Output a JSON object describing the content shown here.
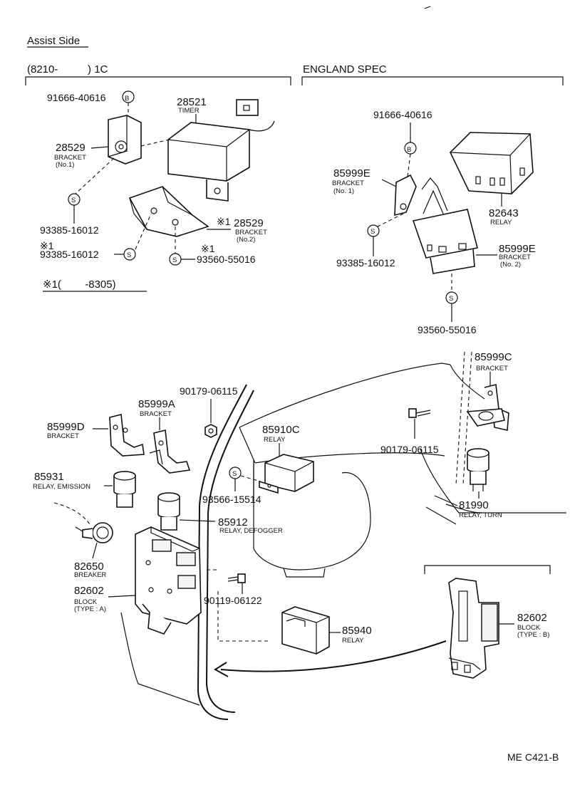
{
  "header": {
    "title": "Assist Side",
    "left_section": "(8210-          ) 1C",
    "right_section": "ENGLAND SPEC",
    "note": "※1(        -8305)",
    "code": "ME C421-B"
  },
  "left_group": {
    "bolt_top": "91666-40616",
    "timer_num": "28521",
    "timer_label": "TIMER",
    "bracket1_num": "28529",
    "bracket1_label": "BRACKET",
    "bracket1_sub": "(No.1)",
    "screw1": "93385-16012",
    "mark_a": "※1",
    "screw2": "93385-16012",
    "mark_b": "※1",
    "bracket2_num": "28529",
    "bracket2_label": "BRACKET",
    "bracket2_sub": "(No.2)",
    "mark_c": "※1",
    "screw3": "93560-55016"
  },
  "right_group": {
    "bolt_top": "91666-40616",
    "bracket1_num": "85999E",
    "bracket1_label": "BRACKET",
    "bracket1_sub": "(No. 1)",
    "relay_num": "82643",
    "relay_label": "RELAY",
    "bracket2_num": "85999E",
    "bracket2_label": "BRACKET",
    "bracket2_sub": "(No. 2)",
    "screw1": "93385-16012",
    "screw2": "93560-55016"
  },
  "lower_group": {
    "bracket_c_num": "85999C",
    "bracket_c_label": "BRACKET",
    "nut_top": "90179-06115",
    "bracket_a_num": "85999A",
    "bracket_a_label": "BRACKET",
    "bracket_d_num": "85999D",
    "bracket_d_label": "BRACKET",
    "relay_c_num": "85910C",
    "relay_c_label": "RELAY",
    "bolt_right": "90179-06115",
    "relay_em_num": "85931",
    "relay_em_label": "RELAY, EMISSION",
    "screw_mid": "93566-15514",
    "relay_def_num": "85912",
    "relay_def_label": "RELAY, DEFOGGER",
    "relay_turn_num": "81990",
    "relay_turn_label": "RELAY, TURN",
    "breaker_num": "82650",
    "breaker_label": "BREAKER",
    "block_a_num": "82602",
    "block_a_label": "BLOCK",
    "block_a_sub": "(TYPE : A)",
    "bolt_low": "90119-06122",
    "block_b_num": "82602",
    "block_b_label": "BLOCK",
    "block_b_sub": "(TYPE : B)",
    "relay_940_num": "85940",
    "relay_940_label": "RELAY"
  },
  "symbols": {
    "s": "S",
    "b": "B"
  }
}
